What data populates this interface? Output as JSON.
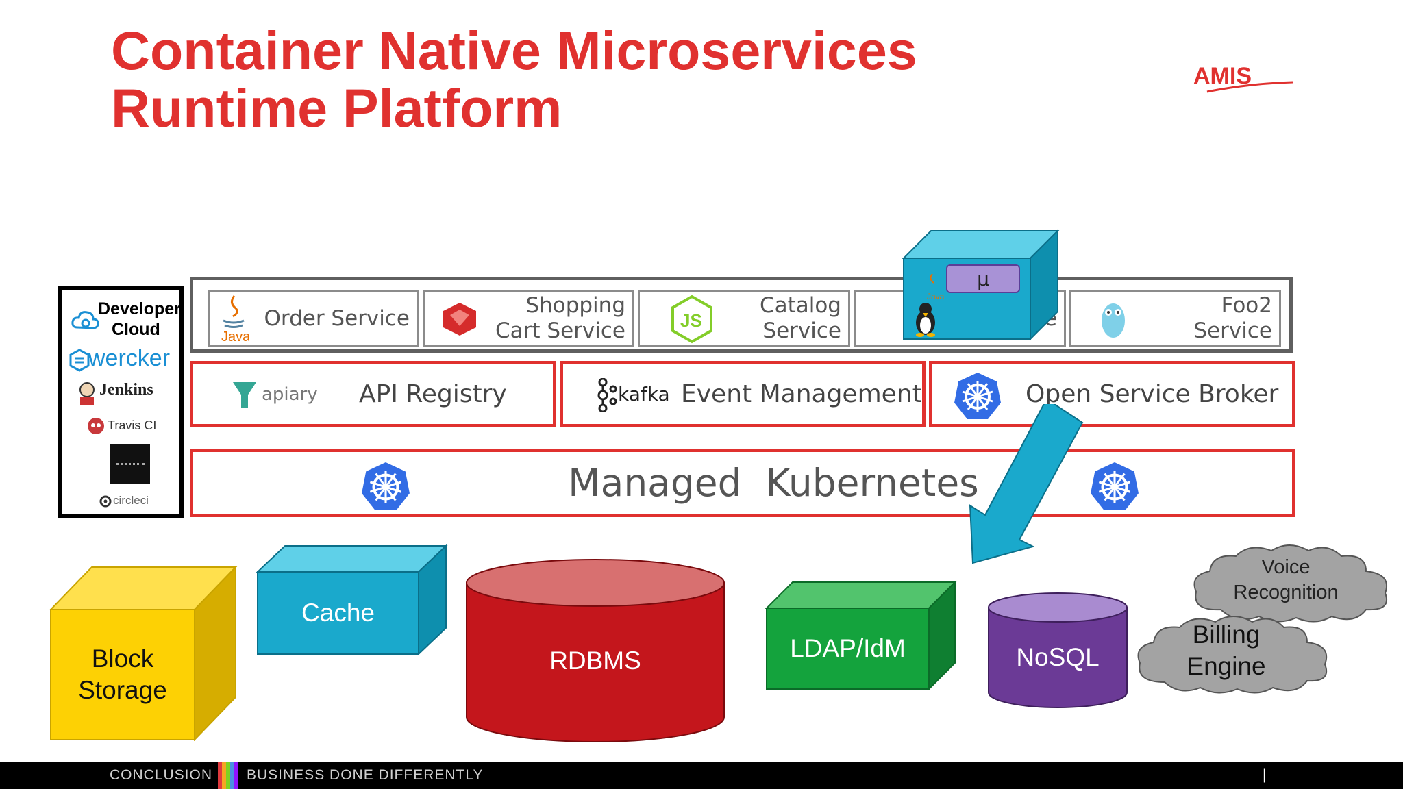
{
  "title": {
    "line1": "Container Native Microservices",
    "line2": "Runtime Platform"
  },
  "logo": {
    "text": "AMIS"
  },
  "developer_tools": {
    "cloud_line1": "Developer",
    "cloud_line2": "Cloud",
    "wercker": "wercker",
    "jenkins": "Jenkins",
    "travis": "Travis CI",
    "circleci": "circleci"
  },
  "services": [
    {
      "label": "Order Service",
      "icon": "java-icon",
      "icon_text": "Java"
    },
    {
      "label": "Shopping\nCart Service",
      "icon": "ruby-icon"
    },
    {
      "label": "Catalog\nService",
      "icon": "nodejs-icon",
      "icon_text": "JS"
    },
    {
      "label": "e",
      "icon": "java-icon"
    },
    {
      "label": "Foo2\nService",
      "icon": "go-gopher-icon"
    }
  ],
  "container_box": {
    "micro_label": "μ",
    "java_text": "Java"
  },
  "middle_row": {
    "api_brand": "apiary",
    "api_label": "API Registry",
    "event_brand": "kafka",
    "event_label": "Event Management",
    "broker_label": "Open Service Broker"
  },
  "kubernetes": {
    "label": "Managed  Kubernetes"
  },
  "backing_services": {
    "block_storage": "Block\nStorage",
    "cache": "Cache",
    "rdbms": "RDBMS",
    "ldap": "LDAP/IdM",
    "nosql": "NoSQL",
    "voice": "Voice\nRecognition",
    "billing": "Billing\nEngine"
  },
  "footer": {
    "left": "CONCLUSION",
    "right": "BUSINESS DONE DIFFERENTLY",
    "page_marker": "|"
  },
  "colors": {
    "title_red": "#e0312f",
    "cyan": "#1aa9cc",
    "yellow": "#fdd104",
    "red_db": "#c4161c",
    "green": "#14a33d",
    "purple": "#6b3a96",
    "grey_cloud": "#a3a3a3"
  }
}
